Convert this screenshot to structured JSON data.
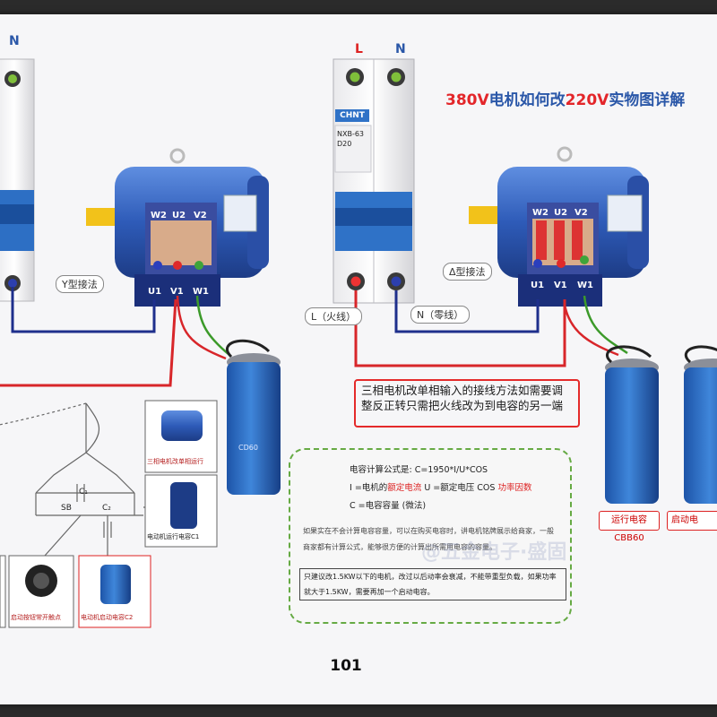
{
  "title": {
    "p1": "380V",
    "p2": "电机如何改",
    "p3": "220V",
    "p4": "实物图详解"
  },
  "breaker": {
    "L": "L",
    "N": "N",
    "brand": "CHNT",
    "model": "NXB-63",
    "rating": "D20"
  },
  "left_motor": {
    "terminals_top": [
      "W2",
      "U2",
      "V2"
    ],
    "terminals_bottom": [
      "U1",
      "V1",
      "W1"
    ],
    "connection": "Y型接法"
  },
  "right_motor": {
    "terminals_top": [
      "W2",
      "U2",
      "V2"
    ],
    "terminals_bottom": [
      "U1",
      "V1",
      "W1"
    ],
    "connection": "Δ型接法"
  },
  "wire_labels": {
    "live": "L（火线）",
    "neutral": "N（零线）"
  },
  "instruction": "三相电机改单相输入的接线方法如需要调整反正转只需把火线改为到电容的另一端",
  "formula": {
    "line1": "电容计算公式是: C=1950*I/U*COS",
    "line2_a": "I =电机的",
    "line2_b": "额定电流",
    "line2_c": " U =额定电压 COS ",
    "line2_d": "功率因数",
    "line3": "C =电容容量 (微法)",
    "note": "如果实在不会计算电容容量，可以在购买电容时，讲电机铭牌展示给商家，一般商家都有计算公式，能够很方便的计算出所需用电容的容量。",
    "note2": "只建议改1.5KW以下的电机，改过以后动率会衰减，不能带重型负载，如果功率就大于1.5KW，需要再加一个启动电容。"
  },
  "capacitor_labels": {
    "left": "CD60",
    "run": "运行电容CBB60",
    "start_cut": "启动电"
  },
  "schematic": {
    "sb": "SB",
    "c1": "C₁",
    "c2": "C₂",
    "motor_label": "三相电机改单相运行",
    "run_cap": "电动机运行电容C1",
    "button": "启动按钮常开触点",
    "start_cap": "电动机启动电容C2"
  },
  "page_number": "101",
  "watermark": "@五金电子·盛固",
  "colors": {
    "red_wire": "#d8262a",
    "blue_wire": "#1e2f8c",
    "green_wire": "#3c9a2a",
    "title_blue": "#2a57a8",
    "title_red": "#e3262a"
  }
}
